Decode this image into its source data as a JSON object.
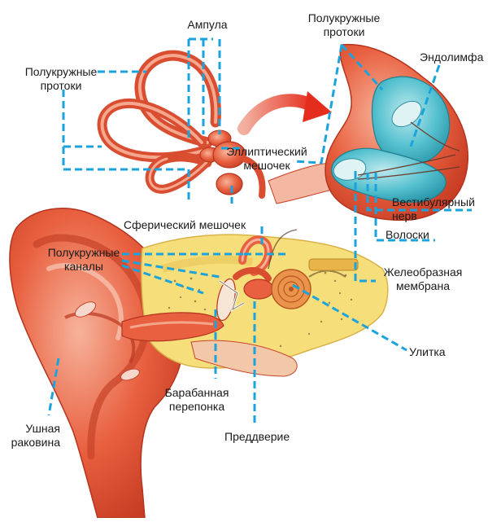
{
  "labels": {
    "ampula": "Ампула",
    "polukruzhnye_protoki_left": [
      "Полукружные",
      "протоки"
    ],
    "polukruzhnye_protoki_right": [
      "Полукружные",
      "протоки"
    ],
    "endolimfa": "Эндолимфа",
    "ellipticheskiy_meshochek": [
      "Эллиптический",
      "мешочек"
    ],
    "vestibulyarnyi_nerv": [
      "Вестибулярный",
      "нерв"
    ],
    "sfericheskiy_meshochek": "Сферический мешочек",
    "voloski": "Волоски",
    "polukruzhnye_kanaly": [
      "Полукружные",
      "каналы"
    ],
    "zheleobraznaya_membrana": [
      "Желеобразная",
      "мембрана"
    ],
    "ulitka": "Улитка",
    "barabannaya_pereponka": [
      "Барабанная",
      "перепонка"
    ],
    "preddverie": "Преддверие",
    "ushnaya_rakovina": [
      "Ушная",
      "раковина"
    ]
  },
  "colors": {
    "leader_line": "#1aa3dc",
    "tissue_red": "#e8553a",
    "tissue_light": "#f4a68a",
    "bone_yellow": "#f7e07a",
    "fluid_teal": "#3cb6c8"
  }
}
